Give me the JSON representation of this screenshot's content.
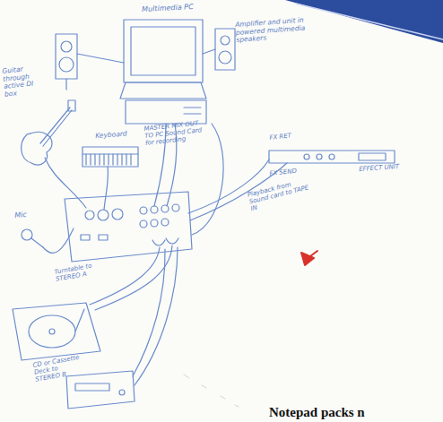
{
  "diagram": {
    "labels": [
      "Multimedia PC",
      "Amplifier and unit in powered multimedia speakers",
      "Guitar through active DI box",
      "Keyboard",
      "Mic",
      "MASTER MIX OUT TO PC Sound Card for recording",
      "FX RET",
      "EFFECT UNIT",
      "FX SEND",
      "Playback from Sound card to TAPE IN",
      "Turntable to STEREO A",
      "CD or Cassette Deck to STEREO B",
      "Notepad packs n"
    ]
  }
}
